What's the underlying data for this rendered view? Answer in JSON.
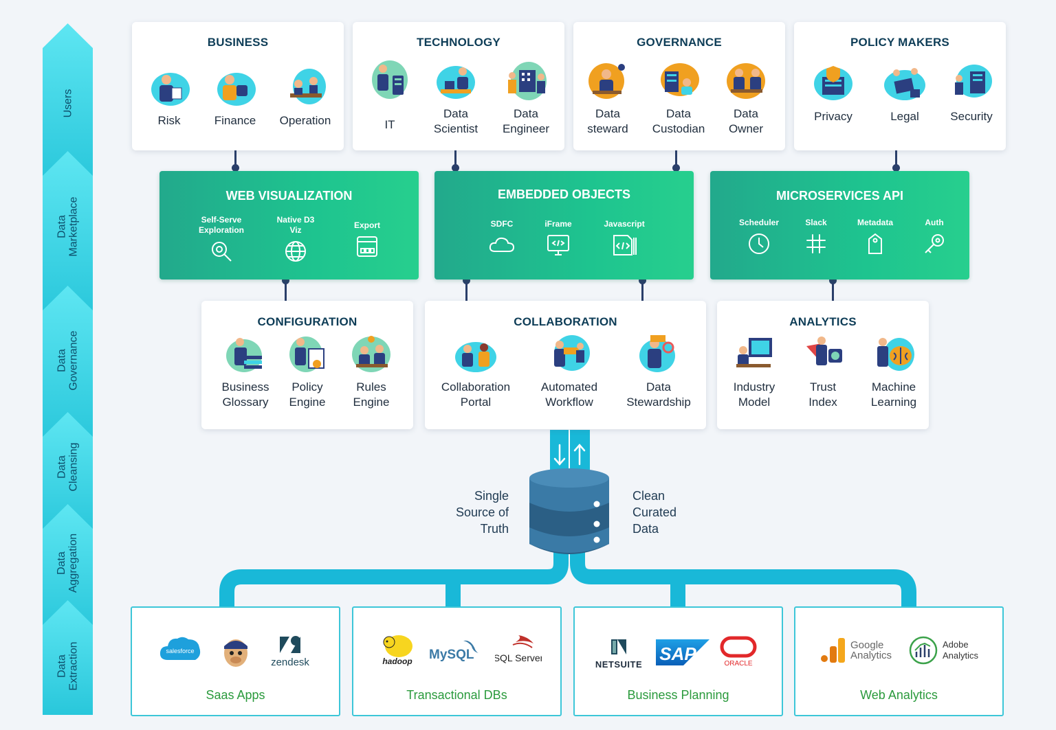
{
  "stages": [
    "Users",
    "Data\nMarketplace",
    "Data\nGovernance",
    "Data\nCleansing",
    "Data\nAggregation",
    "Data\nExtraction"
  ],
  "user_groups": [
    {
      "title": "BUSINESS",
      "items": [
        "Risk",
        "Finance",
        "Operation"
      ]
    },
    {
      "title": "TECHNOLOGY",
      "items": [
        "IT",
        "Data\nScientist",
        "Data\nEngineer"
      ]
    },
    {
      "title": "GOVERNANCE",
      "items": [
        "Data\nsteward",
        "Data\nCustodian",
        "Data\nOwner"
      ]
    },
    {
      "title": "POLICY MAKERS",
      "items": [
        "Privacy",
        "Legal",
        "Security"
      ]
    }
  ],
  "marketplace": [
    {
      "title": "WEB VISUALIZATION",
      "items": [
        {
          "label": "Self-Serve\nExploration",
          "icon": "magnifier-gear-icon"
        },
        {
          "label": "Native D3\nViz",
          "icon": "globe-icon"
        },
        {
          "label": "Export",
          "icon": "export-window-icon"
        }
      ]
    },
    {
      "title": "EMBEDDED OBJECTS",
      "items": [
        {
          "label": "SDFC",
          "icon": "cloud-icon"
        },
        {
          "label": "iFrame",
          "icon": "monitor-code-icon"
        },
        {
          "label": "Javascript",
          "icon": "code-file-icon"
        }
      ]
    },
    {
      "title": "MICROSERVICES API",
      "items": [
        {
          "label": "Scheduler",
          "icon": "clock-icon"
        },
        {
          "label": "Slack",
          "icon": "slack-icon"
        },
        {
          "label": "Metadata",
          "icon": "tag-icon"
        },
        {
          "label": "Auth",
          "icon": "key-icon"
        }
      ]
    }
  ],
  "governance": [
    {
      "title": "CONFIGURATION",
      "items": [
        "Business\nGlossary",
        "Policy\nEngine",
        "Rules\nEngine"
      ]
    },
    {
      "title": "COLLABORATION",
      "items": [
        "Collaboration\nPortal",
        "Automated\nWorkflow",
        "Data\nStewardship"
      ]
    },
    {
      "title": "ANALYTICS",
      "items": [
        "Industry\nModel",
        "Trust\nIndex",
        "Machine\nLearning"
      ]
    }
  ],
  "database": {
    "left_text": "Single\nSource of\nTruth",
    "right_text": "Clean\nCurated\nData"
  },
  "sources": [
    {
      "title": "Saas Apps",
      "logos": [
        "salesforce",
        "",
        "zendesk"
      ]
    },
    {
      "title": "Transactional DBs",
      "logos": [
        "hadoop",
        "MySQL",
        "SQL Server"
      ]
    },
    {
      "title": "Business Planning",
      "logos": [
        "NETSUITE",
        "SAP",
        "ORACLE"
      ]
    },
    {
      "title": "Web Analytics",
      "logos": [
        "Google\nAnalytics",
        "Adobe\nAnalytics"
      ]
    }
  ],
  "colors": {
    "arrow": "#3fd3e6",
    "green_box": "#1ec48f",
    "connector": "#2a3f6a",
    "pipe": "#19b8d8",
    "source_title": "#2a9a3c"
  }
}
